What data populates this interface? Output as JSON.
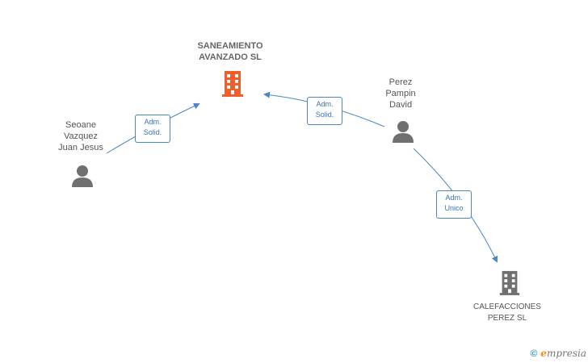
{
  "nodes": {
    "company_main": {
      "label": "SANEAMIENTO\nAVANZADO SL",
      "icon": "building-icon",
      "color": "#f0602c"
    },
    "person_seoane": {
      "label": "Seoane\nVazquez\nJuan Jesus",
      "icon": "person-icon",
      "color": "#707070"
    },
    "person_perez": {
      "label": "Perez\nPampin\nDavid",
      "icon": "person-icon",
      "color": "#707070"
    },
    "company_cale": {
      "label": "CALEFACCIONES\nPEREZ SL",
      "icon": "building-icon",
      "color": "#707070"
    }
  },
  "edges": {
    "seoane_to_main": {
      "label": "Adm.\nSolid."
    },
    "perez_to_main": {
      "label": "Adm.\nSolid."
    },
    "perez_to_cale": {
      "label": "Adm.\nUnico"
    }
  },
  "edge_color": "#4a86c8",
  "brand": {
    "copyright": "©",
    "e": "e",
    "rest": "mpresia"
  }
}
